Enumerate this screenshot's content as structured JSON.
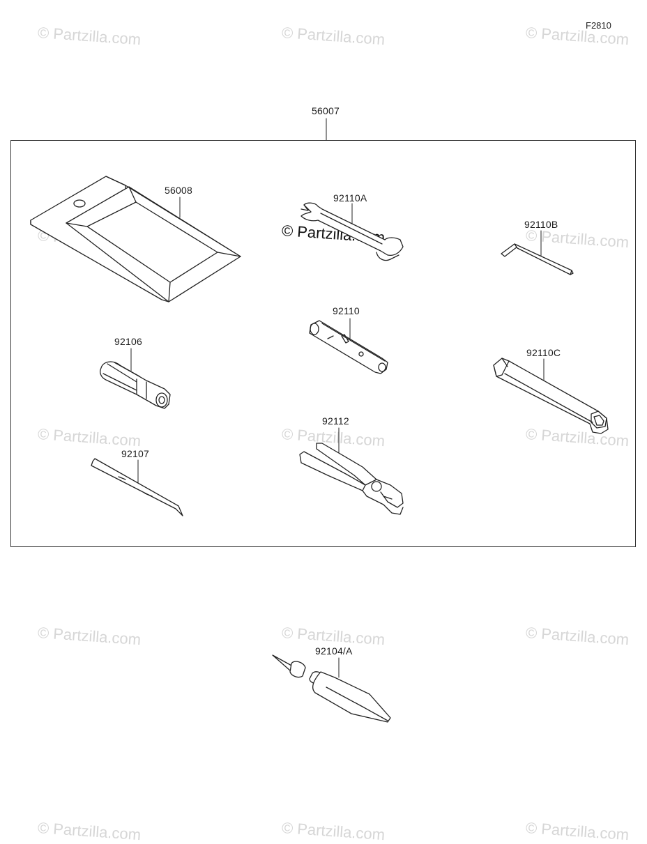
{
  "figure_id": "F2810",
  "watermark": "© Partzilla.com",
  "parts": {
    "tool_kit": "56007",
    "tool_bag": "56008",
    "wrench_a": "92110A",
    "hex_wrench": "92110B",
    "plug_wrench": "92110",
    "handle": "92106",
    "tube_wrench": "92110C",
    "screwdriver": "92107",
    "pliers": "92112",
    "sealant": "92104/A"
  }
}
